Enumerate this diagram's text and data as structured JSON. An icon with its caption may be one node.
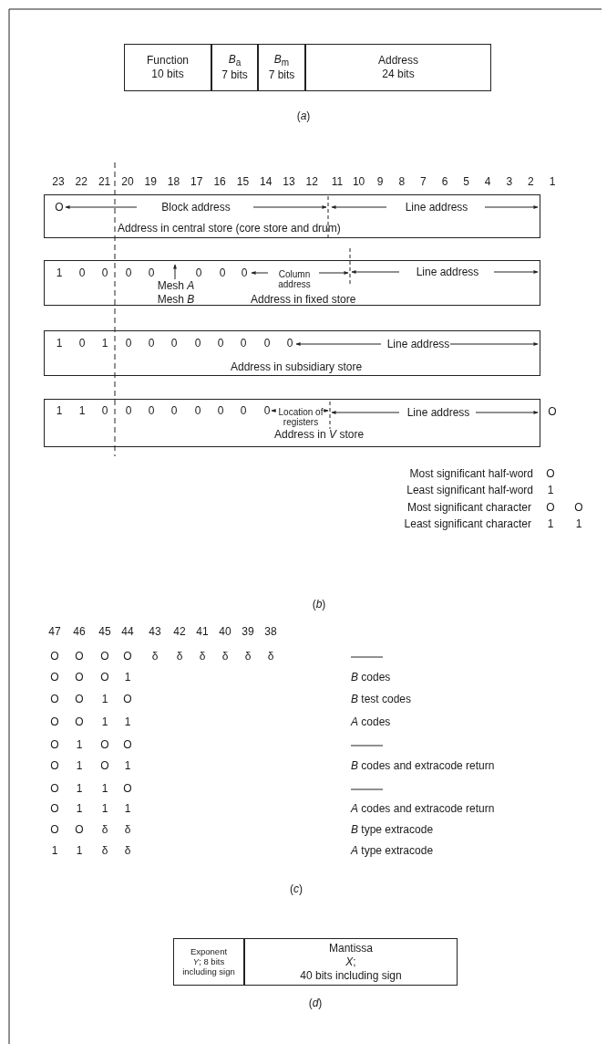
{
  "diagram": {
    "nodes": [
      {
        "text": [
          "Function",
          "10 bits"
        ]
      },
      {
        "text": [
          "*B*$_{a}$",
          "7 bits"
        ]
      },
      {
        "text": [
          "*B*$_{m}$",
          "7 bits"
        ]
      },
      {
        "text": [
          "Address",
          "24 bits"
        ]
      },
      {
        "text": [
          "O",
          "Block address",
          "Line address",
          "Address in central store (core store and drum)"
        ]
      },
      {
        "text": [
          "1",
          "0",
          "0",
          "0",
          "0",
          "0",
          "0",
          "0",
          "Column address",
          "Line address",
          "Mesh *A*",
          "Mesh *B*",
          "Address in fixed store"
        ]
      },
      {
        "text": [
          "1",
          "0",
          "1",
          "0",
          "0",
          "0",
          "0",
          "0",
          "0",
          "0",
          "0",
          "Line address",
          "Address in subsidiary store"
        ]
      },
      {
        "text": [
          "1",
          "1",
          "0",
          "0",
          "0",
          "0",
          "0",
          "0",
          "0",
          "0",
          "Location of registers",
          "Line address",
          "Address in *V* store"
        ],
        "beside": [
          "O"
        ]
      },
      {
        "text": [
          "Exponent",
          "*Y*; 8 bits including sign"
        ]
      },
      {
        "text": [
          "Mantissa",
          "*X*;",
          "40 bits including sign"
        ]
      }
    ],
    "labels": [
      "(*a*)",
      "23",
      "22",
      "21",
      "20",
      "19",
      "18",
      "17",
      "16",
      "15",
      "14",
      "13",
      "12",
      "11",
      "10",
      "9",
      "8",
      "7",
      "6",
      "5",
      "4",
      "3",
      "2",
      "1",
      "Most significant half-word",
      "O",
      "Least significant half-word",
      "1",
      "Most significant character",
      "O",
      "O",
      "Least significant character",
      "1",
      "1",
      "(*b*)",
      "47",
      "46",
      "45",
      "44",
      "43",
      "42",
      "41",
      "40",
      "39",
      "38",
      "O",
      "O",
      "O",
      "O",
      "δ",
      "δ",
      "δ",
      "δ",
      "δ",
      "δ",
      "O",
      "O",
      "O",
      "1",
      "*B* codes",
      "O",
      "O",
      "1",
      "O",
      "*B* test codes",
      "O",
      "O",
      "1",
      "1",
      "*A* codes",
      "O",
      "1",
      "O",
      "O",
      "O",
      "1",
      "O",
      "1",
      "*B* codes and extracode return",
      "O",
      "1",
      "1",
      "O",
      "O",
      "1",
      "1",
      "1",
      "*A* codes and extracode return",
      "O",
      "O",
      "δ",
      "δ",
      "*B* type extracode",
      "1",
      "1",
      "δ",
      "δ",
      "*A* type extracode",
      "(*c*)",
      "(*d*)"
    ]
  }
}
